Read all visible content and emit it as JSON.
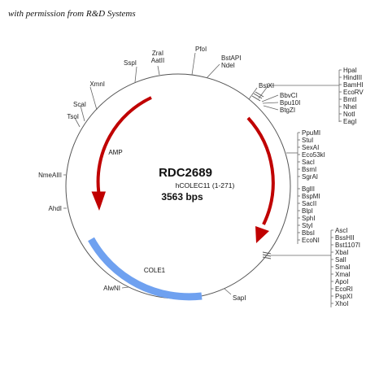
{
  "credit": "with permission from R&D Systems",
  "plasmid": {
    "name": "RDC2689",
    "insert": "hCOLEC11 (1-271)",
    "size": "3563 bps"
  },
  "features": {
    "amp": {
      "label": "AMP",
      "color": "#c00000"
    },
    "insert": {
      "color": "#c00000"
    },
    "cole1": {
      "label": "COLE1",
      "color": "#6fa1f0"
    }
  },
  "sites": {
    "ZraI_AatII": [
      "ZraI",
      "AatII"
    ],
    "PfoI": "PfoI",
    "BstAPI_NdeI": [
      "BstAPI",
      "NdeI"
    ],
    "BstXI": "BstXI",
    "SspI": "SspI",
    "XmnI": "XmnI",
    "ScaI": "ScaI",
    "TsoI": "TsoI",
    "NmeAIII": "NmeAIII",
    "AhdI": "AhdI",
    "AlwNI": "AlwNI",
    "SapI": "SapI",
    "group_top_right": [
      "HpaI",
      "HindIII",
      "BamHI",
      "EcoRV",
      "BmtI",
      "NheI",
      "NotI",
      "EagI"
    ],
    "group_bbv": [
      "BbvCI",
      "Bpu10I",
      "BtgZI"
    ],
    "group_right": [
      "PpuMI",
      "StuI",
      "SexAI",
      "Eco53kI",
      "SacI",
      "BsmI",
      "SgrAI",
      "BglII",
      "BspMI",
      "SacII",
      "BlpI",
      "SphI",
      "StyI",
      "BbsI",
      "EcoNI"
    ],
    "group_bottom_right": [
      "AscI",
      "BssHII",
      "Bst1107I",
      "XbaI",
      "SalI",
      "SmaI",
      "XmaI",
      "ApoI",
      "EcoRI",
      "PspXI",
      "XhoI"
    ]
  }
}
